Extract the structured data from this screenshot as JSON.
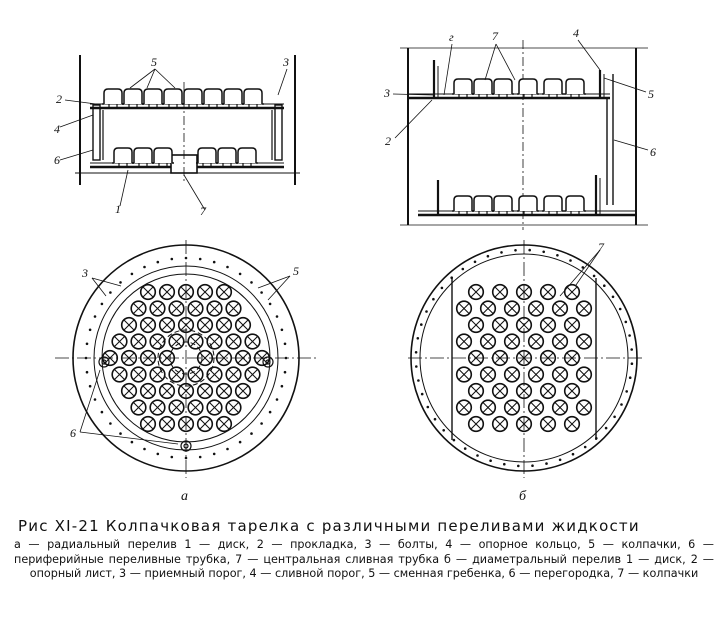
{
  "figure": {
    "title": "Рис XI-21 Колпачковая тарелка с различными переливами жидкости",
    "caption": "а — радиальный перелив 1 — диск, 2 — прокладка, 3 — болты, 4 — опорное кольцо, 5 — колпачки, 6 — периферийные переливные трубка, 7 — центральная сливная трубка б — диаметральный перелив 1 — диск, 2 — опорный лист, 3 — приемный порог, 4 — сливной порог, 5 — сменная гребенка, 6 — перегородка, 7 — колпачки",
    "subfigure_labels": [
      "а",
      "б"
    ]
  },
  "labels": {
    "a_section": [
      "5",
      "3",
      "2",
      "4",
      "6",
      "1",
      "7"
    ],
    "b_section": [
      "г",
      "7",
      "4",
      "3",
      "5",
      "2",
      "6"
    ],
    "a_plan": [
      "3",
      "5",
      "6"
    ],
    "b_plan": [
      "7"
    ]
  }
}
